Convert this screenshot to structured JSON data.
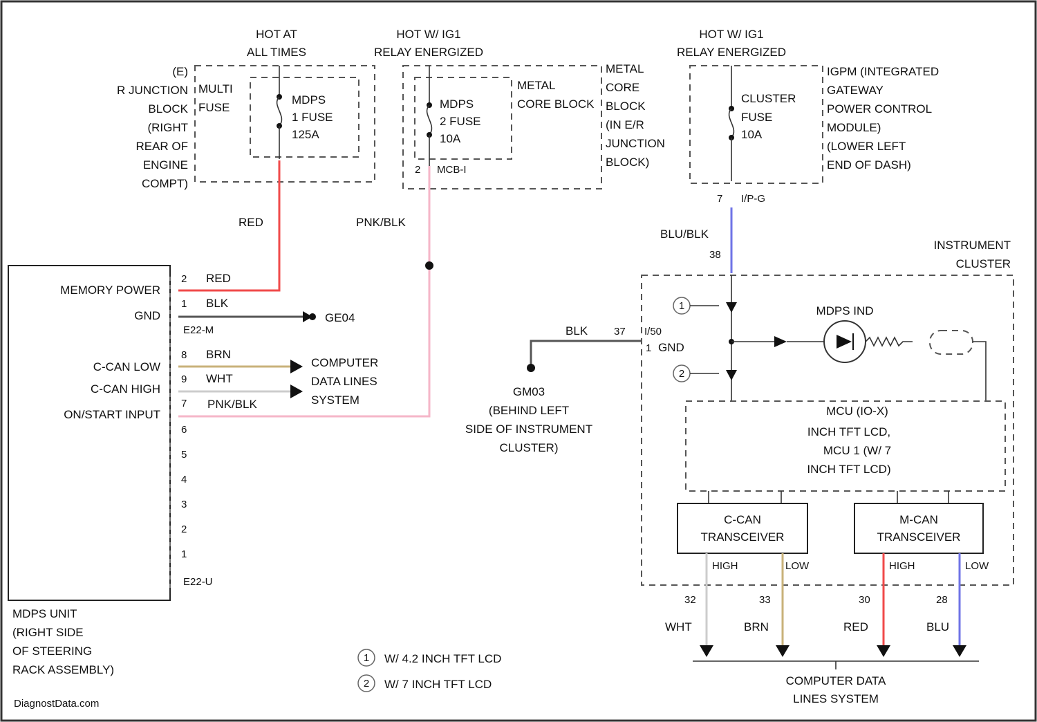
{
  "colors": {
    "red": "#f04a4a",
    "pink": "#f5b6c8",
    "blue": "#6f73e6",
    "tan": "#c8b27a",
    "black": "#444444",
    "gray": "#888888"
  },
  "top": {
    "hot_at_all_times": [
      "HOT AT",
      "ALL TIMES"
    ],
    "hot_ig1_a": [
      "HOT W/ IG1",
      "RELAY ENERGIZED"
    ],
    "hot_ig1_b": [
      "HOT W/ IG1",
      "RELAY ENERGIZED"
    ],
    "r_junction_block": [
      "(E)",
      "R JUNCTION",
      "BLOCK",
      "(RIGHT",
      "REAR OF",
      "ENGINE",
      "COMPT)"
    ],
    "multi_fuse": [
      "MULTI",
      "FUSE"
    ],
    "mdps_fuse1": [
      "MDPS",
      "1 FUSE",
      "125A"
    ],
    "mdps_fuse2": [
      "MDPS",
      "2 FUSE",
      "10A"
    ],
    "fuse2_pin": "2",
    "fuse2_conn": "MCB-I",
    "metal_core_block": [
      "METAL",
      "CORE BLOCK"
    ],
    "metal_core_block_right": [
      "METAL",
      "CORE",
      "BLOCK",
      "(IN E/R",
      "JUNCTION",
      "BLOCK)"
    ],
    "cluster_fuse": [
      "CLUSTER",
      "FUSE",
      "10A"
    ],
    "igpm": [
      "IGPM (INTEGRATED",
      "GATEWAY",
      "POWER CONTROL",
      "MODULE)",
      "(LOWER LEFT",
      "END OF DASH)"
    ],
    "cluster_fuse_pin": "7",
    "cluster_fuse_conn": "I/P-G"
  },
  "wires": {
    "red_label": "RED",
    "pink_label": "PNK/BLK",
    "blu_label": "BLU/BLK",
    "blu_pin": "38"
  },
  "mdps": {
    "rows": [
      {
        "name": "MEMORY POWER",
        "pin": "2",
        "color_label": "RED"
      },
      {
        "name": "GND",
        "pin": "1",
        "color_label": "BLK"
      },
      {
        "name": "C-CAN LOW",
        "pin": "8",
        "color_label": "BRN"
      },
      {
        "name": "C-CAN HIGH",
        "pin": "9",
        "color_label": "WHT"
      },
      {
        "name": "ON/START INPUT",
        "pin": "7",
        "color_label": "PNK/BLK"
      }
    ],
    "conn_a": "E22-M",
    "conn_b": "E22-U",
    "extra_pins": [
      "6",
      "5",
      "4",
      "3",
      "2",
      "1"
    ],
    "unit_label": [
      "MDPS UNIT",
      "(RIGHT SIDE",
      "OF STEERING",
      "RACK ASSEMBLY)"
    ],
    "ground": "GE04",
    "computer_data": [
      "COMPUTER",
      "DATA LINES",
      "SYSTEM"
    ]
  },
  "cluster": {
    "title": [
      "INSTRUMENT",
      "CLUSTER"
    ],
    "gnd_wire": "BLK",
    "gnd_pin": "37",
    "gnd_conn": "I/50",
    "gnd_name": "GND",
    "gnd_pin_small": "1",
    "ground_label": [
      "GM03",
      "(BEHIND LEFT",
      "SIDE OF INSTRUMENT",
      "CLUSTER)"
    ],
    "mdps_ind": "MDPS IND",
    "mcu_line1": "MCU (IO-X)",
    "mcu_line2": "INCH TFT LCD,",
    "mcu_line3": "MCU 1 (W/ 7",
    "mcu_line4": "INCH TFT LCD)",
    "ccan": [
      "C-CAN",
      "TRANSCEIVER"
    ],
    "mcan": [
      "M-CAN",
      "TRANSCEIVER"
    ],
    "high": "HIGH",
    "low": "LOW",
    "pins": [
      "32",
      "33",
      "30",
      "28"
    ],
    "wire_labels": [
      "WHT",
      "BRN",
      "RED",
      "BLU"
    ],
    "bottom_label": [
      "COMPUTER DATA",
      "LINES SYSTEM"
    ],
    "legend": [
      {
        "key": "1",
        "text": "W/ 4.2 INCH TFT LCD"
      },
      {
        "key": "2",
        "text": "W/ 7 INCH TFT LCD"
      }
    ],
    "mark1": "1",
    "mark2": "2"
  },
  "footer": "DiagnostData.com"
}
